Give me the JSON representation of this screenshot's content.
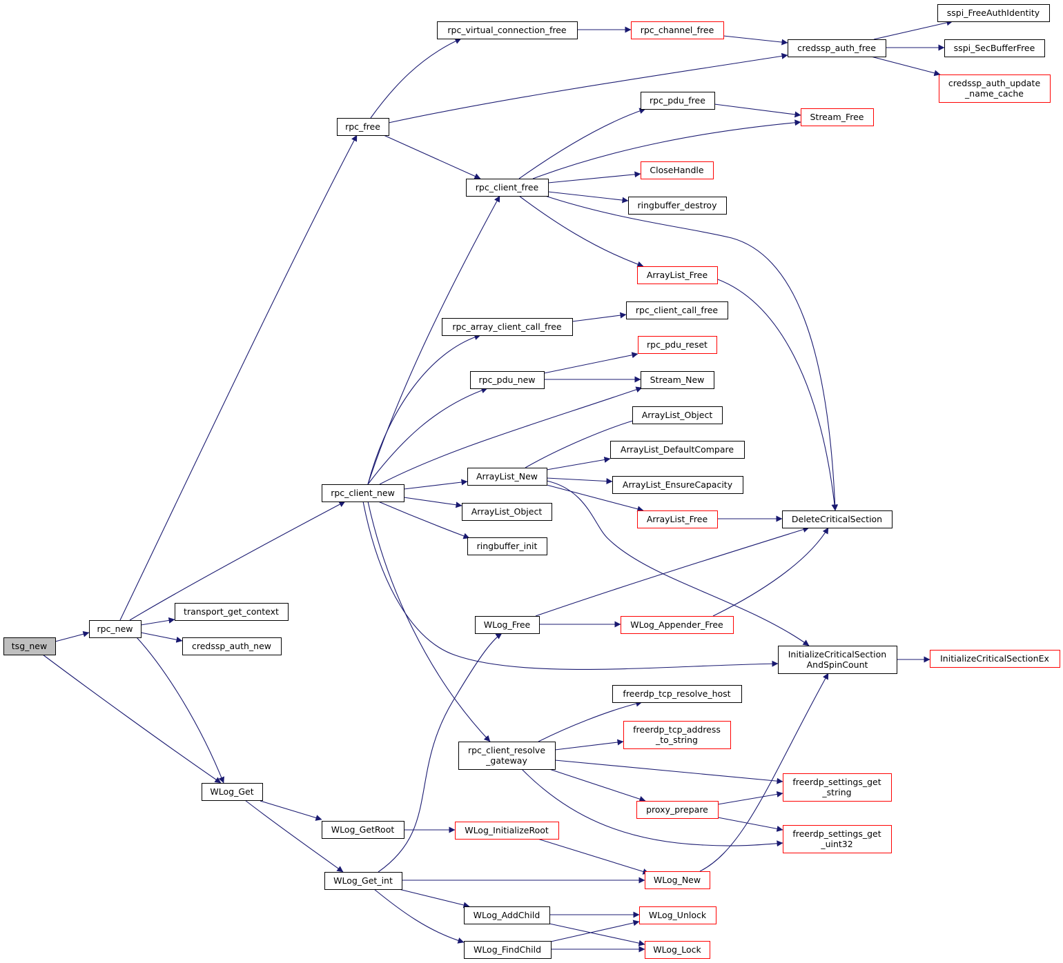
{
  "colors": {
    "edge": "#191970",
    "root_fill": "#bfbfbf",
    "root_border": "#000000",
    "documented_border": "#000000",
    "undocumented_border": "#ff0000",
    "node_fill": "#ffffff"
  },
  "nodes": [
    {
      "id": "tsg_new",
      "label": "tsg_new",
      "type": "root"
    },
    {
      "id": "rpc_new",
      "label": "rpc_new",
      "type": "normal"
    },
    {
      "id": "wlog_get",
      "label": "WLog_Get",
      "type": "normal"
    },
    {
      "id": "rpc_free",
      "label": "rpc_free",
      "type": "normal"
    },
    {
      "id": "rpc_client_new",
      "label": "rpc_client_new",
      "type": "normal"
    },
    {
      "id": "transport_get_context",
      "label": "transport_get_context",
      "type": "normal"
    },
    {
      "id": "credssp_auth_new",
      "label": "credssp_auth_new",
      "type": "normal"
    },
    {
      "id": "wlog_getroot",
      "label": "WLog_GetRoot",
      "type": "normal"
    },
    {
      "id": "wlog_get_int",
      "label": "WLog_Get_int",
      "type": "normal"
    },
    {
      "id": "rpc_virtual_connection_free",
      "label": "rpc_virtual_connection_free",
      "type": "normal"
    },
    {
      "id": "rpc_client_free",
      "label": "rpc_client_free",
      "type": "normal"
    },
    {
      "id": "rpc_array_client_call_free",
      "label": "rpc_array_client_call_free",
      "type": "normal"
    },
    {
      "id": "rpc_pdu_new",
      "label": "rpc_pdu_new",
      "type": "normal"
    },
    {
      "id": "arraylist_new",
      "label": "ArrayList_New",
      "type": "normal"
    },
    {
      "id": "arraylist_object_mid",
      "label": "ArrayList_Object",
      "type": "normal"
    },
    {
      "id": "ringbuffer_init",
      "label": "ringbuffer_init",
      "type": "normal"
    },
    {
      "id": "wlog_free",
      "label": "WLog_Free",
      "type": "normal"
    },
    {
      "id": "rpc_client_resolve_gateway",
      "label": "rpc_client_resolve\n_gateway",
      "type": "normal"
    },
    {
      "id": "wlog_initializeroot",
      "label": "WLog_InitializeRoot",
      "type": "red"
    },
    {
      "id": "wlog_addchild",
      "label": "WLog_AddChild",
      "type": "normal"
    },
    {
      "id": "wlog_findchild",
      "label": "WLog_FindChild",
      "type": "normal"
    },
    {
      "id": "rpc_channel_free",
      "label": "rpc_channel_free",
      "type": "red"
    },
    {
      "id": "rpc_pdu_free",
      "label": "rpc_pdu_free",
      "type": "normal"
    },
    {
      "id": "closehandle",
      "label": "CloseHandle",
      "type": "red"
    },
    {
      "id": "ringbuffer_destroy",
      "label": "ringbuffer_destroy",
      "type": "normal"
    },
    {
      "id": "arraylist_free_top",
      "label": "ArrayList_Free",
      "type": "red"
    },
    {
      "id": "rpc_client_call_free",
      "label": "rpc_client_call_free",
      "type": "normal"
    },
    {
      "id": "rpc_pdu_reset",
      "label": "rpc_pdu_reset",
      "type": "red"
    },
    {
      "id": "stream_new",
      "label": "Stream_New",
      "type": "normal"
    },
    {
      "id": "arraylist_object_right",
      "label": "ArrayList_Object",
      "type": "normal"
    },
    {
      "id": "arraylist_defaultcompare",
      "label": "ArrayList_DefaultCompare",
      "type": "normal"
    },
    {
      "id": "arraylist_ensurecapacity",
      "label": "ArrayList_EnsureCapacity",
      "type": "normal"
    },
    {
      "id": "arraylist_free_mid",
      "label": "ArrayList_Free",
      "type": "red"
    },
    {
      "id": "wlog_appender_free",
      "label": "WLog_Appender_Free",
      "type": "red"
    },
    {
      "id": "freerdp_tcp_resolve_host",
      "label": "freerdp_tcp_resolve_host",
      "type": "normal"
    },
    {
      "id": "freerdp_tcp_address_to_string",
      "label": "freerdp_tcp_address\n_to_string",
      "type": "red"
    },
    {
      "id": "proxy_prepare",
      "label": "proxy_prepare",
      "type": "red"
    },
    {
      "id": "wlog_new",
      "label": "WLog_New",
      "type": "red"
    },
    {
      "id": "wlog_unlock",
      "label": "WLog_Unlock",
      "type": "red"
    },
    {
      "id": "wlog_lock",
      "label": "WLog_Lock",
      "type": "red"
    },
    {
      "id": "credssp_auth_free",
      "label": "credssp_auth_free",
      "type": "normal"
    },
    {
      "id": "stream_free",
      "label": "Stream_Free",
      "type": "red"
    },
    {
      "id": "deletecriticalsection",
      "label": "DeleteCriticalSection",
      "type": "normal"
    },
    {
      "id": "initializecriticalsectionandspincount",
      "label": "InitializeCriticalSection\nAndSpinCount",
      "type": "normal"
    },
    {
      "id": "freerdp_settings_get_string",
      "label": "freerdp_settings_get\n_string",
      "type": "red"
    },
    {
      "id": "freerdp_settings_get_uint32",
      "label": "freerdp_settings_get\n_uint32",
      "type": "red"
    },
    {
      "id": "sspi_freeauthidentity",
      "label": "sspi_FreeAuthIdentity",
      "type": "normal"
    },
    {
      "id": "sspi_secbufferfree",
      "label": "sspi_SecBufferFree",
      "type": "normal"
    },
    {
      "id": "credssp_auth_update_name_cache",
      "label": "credssp_auth_update\n_name_cache",
      "type": "red"
    },
    {
      "id": "initializecriticalsectionex",
      "label": "InitializeCriticalSectionEx",
      "type": "red"
    }
  ],
  "edges": [
    {
      "from": "tsg_new",
      "to": "rpc_new"
    },
    {
      "from": "tsg_new",
      "to": "wlog_get"
    },
    {
      "from": "rpc_new",
      "to": "rpc_free"
    },
    {
      "from": "rpc_new",
      "to": "rpc_client_new"
    },
    {
      "from": "rpc_new",
      "to": "transport_get_context"
    },
    {
      "from": "rpc_new",
      "to": "credssp_auth_new"
    },
    {
      "from": "rpc_new",
      "to": "wlog_get"
    },
    {
      "from": "rpc_free",
      "to": "rpc_virtual_connection_free"
    },
    {
      "from": "rpc_free",
      "to": "credssp_auth_free"
    },
    {
      "from": "rpc_free",
      "to": "rpc_client_free"
    },
    {
      "from": "rpc_virtual_connection_free",
      "to": "rpc_channel_free"
    },
    {
      "from": "rpc_channel_free",
      "to": "credssp_auth_free"
    },
    {
      "from": "credssp_auth_free",
      "to": "sspi_freeauthidentity"
    },
    {
      "from": "credssp_auth_free",
      "to": "sspi_secbufferfree"
    },
    {
      "from": "credssp_auth_free",
      "to": "credssp_auth_update_name_cache"
    },
    {
      "from": "rpc_client_free",
      "to": "rpc_pdu_free"
    },
    {
      "from": "rpc_client_free",
      "to": "stream_free"
    },
    {
      "from": "rpc_client_free",
      "to": "closehandle"
    },
    {
      "from": "rpc_client_free",
      "to": "ringbuffer_destroy"
    },
    {
      "from": "rpc_client_free",
      "to": "arraylist_free_top"
    },
    {
      "from": "rpc_client_free",
      "to": "deletecriticalsection"
    },
    {
      "from": "rpc_pdu_free",
      "to": "stream_free"
    },
    {
      "from": "arraylist_free_top",
      "to": "deletecriticalsection"
    },
    {
      "from": "rpc_client_new",
      "to": "rpc_client_free"
    },
    {
      "from": "rpc_client_new",
      "to": "rpc_array_client_call_free"
    },
    {
      "from": "rpc_client_new",
      "to": "rpc_pdu_new"
    },
    {
      "from": "rpc_client_new",
      "to": "stream_new"
    },
    {
      "from": "rpc_client_new",
      "to": "arraylist_new"
    },
    {
      "from": "rpc_client_new",
      "to": "arraylist_object_mid"
    },
    {
      "from": "rpc_client_new",
      "to": "ringbuffer_init"
    },
    {
      "from": "rpc_client_new",
      "to": "rpc_client_resolve_gateway"
    },
    {
      "from": "rpc_client_new",
      "to": "initializecriticalsectionandspincount"
    },
    {
      "from": "rpc_array_client_call_free",
      "to": "rpc_client_call_free"
    },
    {
      "from": "rpc_pdu_new",
      "to": "rpc_pdu_reset"
    },
    {
      "from": "rpc_pdu_new",
      "to": "stream_new"
    },
    {
      "from": "arraylist_new",
      "to": "arraylist_object_right"
    },
    {
      "from": "arraylist_new",
      "to": "arraylist_defaultcompare"
    },
    {
      "from": "arraylist_new",
      "to": "arraylist_ensurecapacity"
    },
    {
      "from": "arraylist_new",
      "to": "arraylist_free_mid"
    },
    {
      "from": "arraylist_new",
      "to": "initializecriticalsectionandspincount"
    },
    {
      "from": "arraylist_free_mid",
      "to": "deletecriticalsection"
    },
    {
      "from": "wlog_free",
      "to": "deletecriticalsection"
    },
    {
      "from": "wlog_free",
      "to": "wlog_appender_free"
    },
    {
      "from": "wlog_appender_free",
      "to": "deletecriticalsection"
    },
    {
      "from": "initializecriticalsectionandspincount",
      "to": "initializecriticalsectionex"
    },
    {
      "from": "rpc_client_resolve_gateway",
      "to": "freerdp_tcp_resolve_host"
    },
    {
      "from": "rpc_client_resolve_gateway",
      "to": "freerdp_tcp_address_to_string"
    },
    {
      "from": "rpc_client_resolve_gateway",
      "to": "freerdp_settings_get_string"
    },
    {
      "from": "rpc_client_resolve_gateway",
      "to": "proxy_prepare"
    },
    {
      "from": "rpc_client_resolve_gateway",
      "to": "freerdp_settings_get_uint32"
    },
    {
      "from": "proxy_prepare",
      "to": "freerdp_settings_get_string"
    },
    {
      "from": "proxy_prepare",
      "to": "freerdp_settings_get_uint32"
    },
    {
      "from": "wlog_get",
      "to": "wlog_getroot"
    },
    {
      "from": "wlog_get",
      "to": "wlog_get_int"
    },
    {
      "from": "wlog_getroot",
      "to": "wlog_initializeroot"
    },
    {
      "from": "wlog_initializeroot",
      "to": "wlog_new"
    },
    {
      "from": "wlog_get_int",
      "to": "wlog_free"
    },
    {
      "from": "wlog_get_int",
      "to": "wlog_new"
    },
    {
      "from": "wlog_get_int",
      "to": "wlog_addchild"
    },
    {
      "from": "wlog_get_int",
      "to": "wlog_findchild"
    },
    {
      "from": "wlog_new",
      "to": "initializecriticalsectionandspincount"
    },
    {
      "from": "wlog_addchild",
      "to": "wlog_unlock"
    },
    {
      "from": "wlog_addchild",
      "to": "wlog_lock"
    },
    {
      "from": "wlog_findchild",
      "to": "wlog_unlock"
    },
    {
      "from": "wlog_findchild",
      "to": "wlog_lock"
    }
  ]
}
